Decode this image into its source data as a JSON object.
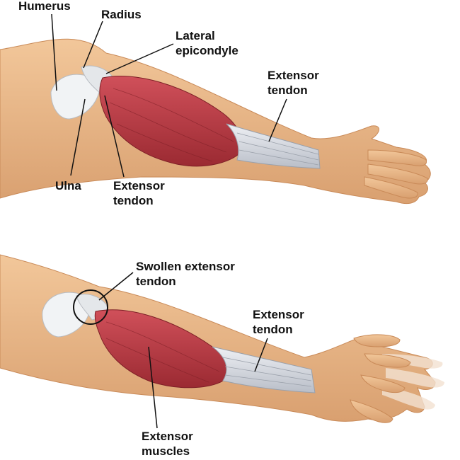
{
  "top": {
    "labels": {
      "humerus": "Humerus",
      "radius": "Radius",
      "lateral_epicondyle": [
        "Lateral",
        "epicondyle"
      ],
      "extensor_tendon_right": [
        "Extensor",
        "tendon"
      ],
      "ulna": "Ulna",
      "extensor_tendon_bottom": [
        "Extensor",
        "tendon"
      ]
    }
  },
  "bottom": {
    "labels": {
      "swollen_tendon": [
        "Swollen extensor",
        "tendon"
      ],
      "extensor_tendon": [
        "Extensor",
        "tendon"
      ],
      "extensor_muscles": [
        "Extensor",
        "muscles"
      ]
    }
  },
  "colors": {
    "skin": "#e8b583",
    "muscle": "#b8323a",
    "tendon": "#d9dde3",
    "bone": "#eef0f2",
    "text": "#111111"
  }
}
